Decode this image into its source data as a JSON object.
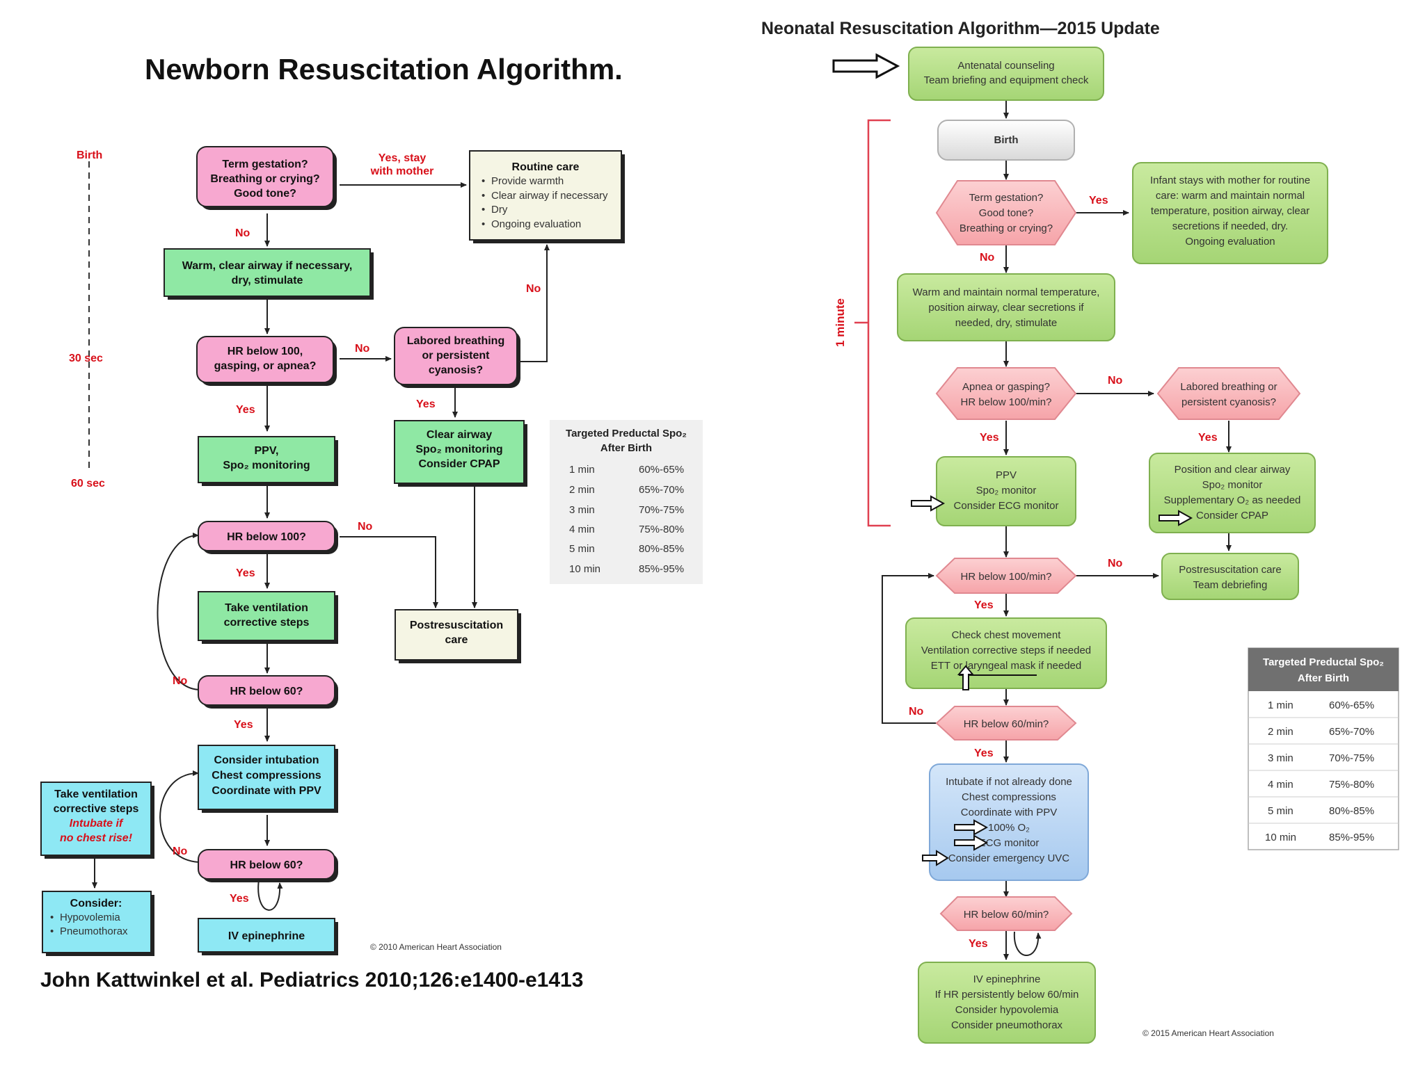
{
  "left": {
    "title": "Newborn Resuscitation Algorithm.",
    "timeline": {
      "birth": "Birth",
      "sec30": "30 sec",
      "sec60": "60 sec"
    },
    "q_term": [
      "Term gestation?",
      "Breathing or crying?",
      "Good tone?"
    ],
    "routine_care": {
      "title": "Routine care",
      "items": [
        "Provide warmth",
        "Clear airway if necessary",
        "Dry",
        "Ongoing evaluation"
      ]
    },
    "yes_stay": [
      "Yes, stay",
      "with mother"
    ],
    "warm_box": [
      "Warm, clear airway if necessary,",
      "dry, stimulate"
    ],
    "hr100_gasp": [
      "HR below 100,",
      "gasping, or apnea?"
    ],
    "labored": [
      "Labored breathing",
      "or persistent",
      "cyanosis?"
    ],
    "ppv": [
      "PPV,",
      "Spo₂ monitoring"
    ],
    "clear_cpap": [
      "Clear airway",
      "Spo₂ monitoring",
      "Consider CPAP"
    ],
    "hr100q": "HR below 100?",
    "vent_steps": [
      "Take ventilation",
      "corrective steps"
    ],
    "postresus": [
      "Postresuscitation",
      "care"
    ],
    "hr60a": "HR below 60?",
    "intubation": [
      "Consider intubation",
      "Chest compressions",
      "Coordinate with PPV"
    ],
    "hr60b": "HR below 60?",
    "iv_epi": "IV epinephrine",
    "side_vent": [
      "Take ventilation",
      "corrective steps"
    ],
    "side_vent_red": [
      "Intubate if",
      "no chest rise!"
    ],
    "consider": {
      "title": "Consider:",
      "items": [
        "Hypovolemia",
        "Pneumothorax"
      ]
    },
    "labels": {
      "no": "No",
      "yes": "Yes"
    },
    "table": {
      "header": [
        "Targeted Preductal Spo₂",
        "After Birth"
      ],
      "rows": [
        [
          "1 min",
          "60%-65%"
        ],
        [
          "2 min",
          "65%-70%"
        ],
        [
          "3 min",
          "70%-75%"
        ],
        [
          "4 min",
          "75%-80%"
        ],
        [
          "5 min",
          "80%-85%"
        ],
        [
          "10 min",
          "85%-95%"
        ]
      ]
    },
    "copyright": "© 2010 American Heart Association",
    "citation": "John Kattwinkel et al. Pediatrics 2010;126:e1400-e1413"
  },
  "right": {
    "title": "Neonatal Resuscitation Algorithm—2015 Update",
    "antenatal": [
      "Antenatal counseling",
      "Team briefing and equipment check"
    ],
    "birth": "Birth",
    "q_term": [
      "Term gestation?",
      "Good tone?",
      "Breathing or crying?"
    ],
    "infant_stays": [
      "Infant stays with mother for routine",
      "care: warm and maintain normal",
      "temperature, position airway, clear",
      "secretions if needed, dry.",
      "Ongoing evaluation"
    ],
    "warm_box": [
      "Warm and maintain normal temperature,",
      "position airway, clear secretions if",
      "needed, dry, stimulate"
    ],
    "one_minute": "1 minute",
    "apnea": [
      "Apnea or gasping?",
      "HR below 100/min?"
    ],
    "labored": [
      "Labored breathing or",
      "persistent cyanosis?"
    ],
    "ppv": [
      "PPV",
      "Spo₂ monitor",
      "Consider ECG monitor"
    ],
    "position_box": [
      "Position and clear airway",
      "Spo₂ monitor",
      "Supplementary O₂ as needed",
      "Consider CPAP"
    ],
    "hr100": "HR below 100/min?",
    "postresus": [
      "Postresuscitation care",
      "Team debriefing"
    ],
    "check_chest": [
      "Check chest movement",
      "Ventilation corrective steps if needed",
      "ETT or laryngeal mask if needed"
    ],
    "hr60a": "HR below 60/min?",
    "intubate": [
      "Intubate if not already done",
      "Chest compressions",
      "Coordinate with PPV",
      "100% O₂",
      "ECG monitor",
      "Consider emergency UVC"
    ],
    "hr60b": "HR below 60/min?",
    "iv_epi": [
      "IV epinephrine",
      "If HR persistently below 60/min",
      "Consider hypovolemia",
      "Consider pneumothorax"
    ],
    "labels": {
      "no": "No",
      "yes": "Yes"
    },
    "table": {
      "header": [
        "Targeted Preductal Spo₂",
        "After Birth"
      ],
      "rows": [
        [
          "1 min",
          "60%-65%"
        ],
        [
          "2 min",
          "65%-70%"
        ],
        [
          "3 min",
          "70%-75%"
        ],
        [
          "4 min",
          "75%-80%"
        ],
        [
          "5 min",
          "80%-85%"
        ],
        [
          "10 min",
          "85%-95%"
        ]
      ]
    },
    "copyright": "© 2015 American Heart Association"
  },
  "colors": {
    "pink": "#f7a8d0",
    "green_2010": "#8fe8a4",
    "cyan": "#8ee8f4",
    "cream": "#f5f5e4",
    "red_hex": "#f9b9bd",
    "green_2015": "#b3dd85",
    "blue_2015": "#bcd8f4",
    "red_text": "#d8101a",
    "table_header": "#707070"
  }
}
